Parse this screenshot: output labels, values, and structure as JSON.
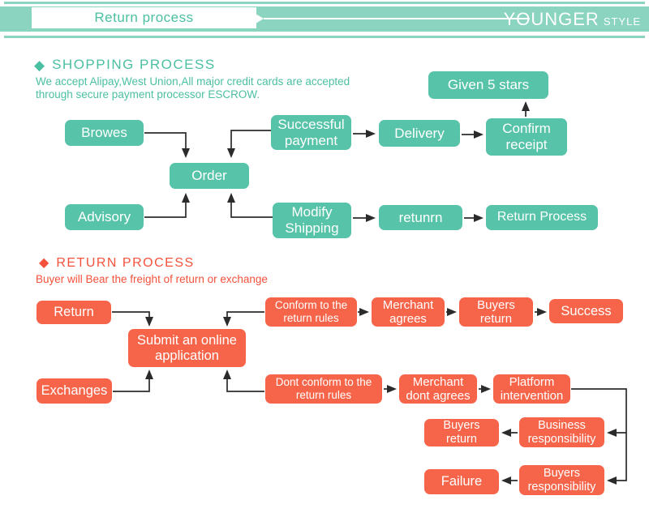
{
  "header": {
    "title": "Return process",
    "brand": "YOUNGER",
    "brand_suffix": "STYLE"
  },
  "colors": {
    "teal": "#57c3a9",
    "band": "#8bd4c0",
    "coral": "#f6654a",
    "arrow": "#2b2b2b"
  },
  "shopping": {
    "bullet": "◆",
    "heading": "SHOPPING PROCESS",
    "description": "We accept Alipay,West Union,All major credit cards are accepted\nthrough secure payment processor ESCROW.",
    "nodes": [
      {
        "label": "Browes"
      },
      {
        "label": "Successful\npayment"
      },
      {
        "label": "Delivery"
      },
      {
        "label": "Confirm\nreceipt"
      },
      {
        "label": "Given 5 stars"
      },
      {
        "label": "Order"
      },
      {
        "label": "Advisory"
      },
      {
        "label": "Modify\nShipping"
      },
      {
        "label": "retunrn"
      },
      {
        "label": "Return Process"
      }
    ]
  },
  "returns": {
    "bullet": "◆",
    "heading": "RETURN PROCESS",
    "description": "Buyer will Bear the freight of return or exchange",
    "nodes": [
      {
        "label": "Return"
      },
      {
        "label": "Submit an online\napplication"
      },
      {
        "label": "Conform to the\nreturn rules"
      },
      {
        "label": "Merchant\nagrees"
      },
      {
        "label": "Buyers\nreturn"
      },
      {
        "label": "Success"
      },
      {
        "label": "Exchanges"
      },
      {
        "label": "Dont conform to the\nreturn rules"
      },
      {
        "label": "Merchant\ndont agrees"
      },
      {
        "label": "Platform\nintervention"
      },
      {
        "label": "Buyers\nreturn"
      },
      {
        "label": "Business\nresponsibility"
      },
      {
        "label": "Failure"
      },
      {
        "label": "Buyers\nresponsibility"
      }
    ]
  }
}
